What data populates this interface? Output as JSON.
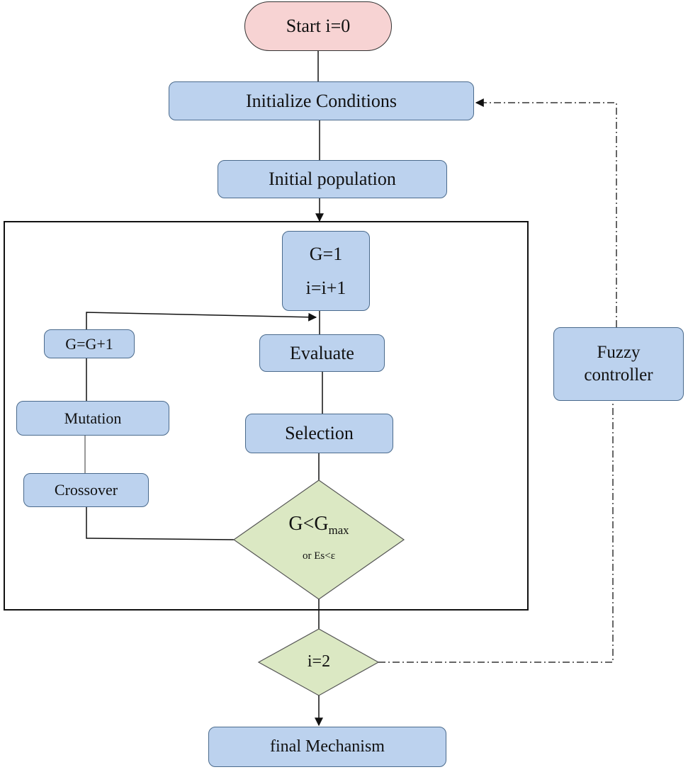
{
  "nodes": {
    "start": "Start i=0",
    "initialize": "Initialize Conditions",
    "initial_population": "Initial population",
    "g_init": "G=1",
    "i_increment": "i=i+1",
    "evaluate": "Evaluate",
    "selection": "Selection",
    "g_increment": "G=G+1",
    "mutation": "Mutation",
    "crossover": "Crossover",
    "condition_main": "G<G",
    "condition_sub": "max",
    "condition_alt": "or Es<ε",
    "check_i": "i=2",
    "fuzzy_line1": "Fuzzy",
    "fuzzy_line2": "controller",
    "final": "final Mechanism"
  },
  "colors": {
    "process_fill": "#bcd2ee",
    "start_fill": "#f7d3d3",
    "decision_fill": "#dbe8c3"
  }
}
